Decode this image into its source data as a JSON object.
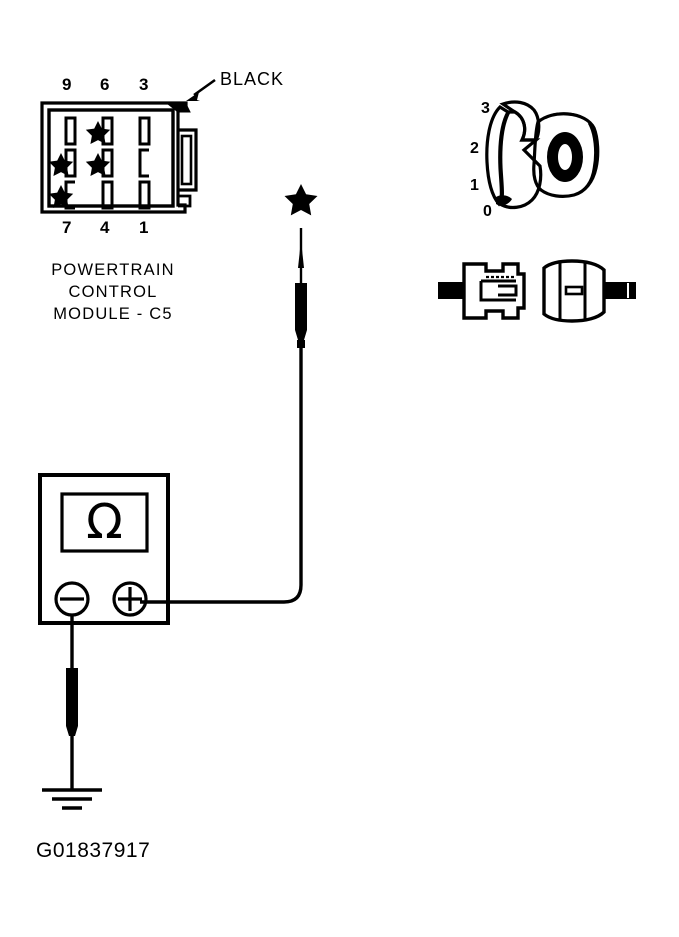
{
  "figure": {
    "id_label": "G01837917",
    "type": "automotive-wiring-continuity-test-diagram"
  },
  "pcm_connector": {
    "label_lines": [
      "POWERTRAIN",
      "CONTROL",
      "MODULE - C5"
    ],
    "wire_color_callout": "BLACK",
    "top_pin_numbers": [
      "9",
      "6",
      "3"
    ],
    "bottom_pin_numbers": [
      "7",
      "4",
      "1"
    ],
    "cavity_grid": {
      "rows": 3,
      "cols": 3,
      "starred_cavities": [
        "r1c2",
        "r2c1",
        "r2c2",
        "r3c1"
      ]
    }
  },
  "inline_connector": {
    "cavity_numbers": [
      "3",
      "2",
      "1",
      "0"
    ],
    "view": "exploded-two-piece"
  },
  "meter": {
    "display_symbol": "Ω",
    "negative_terminal_symbol": "−",
    "positive_terminal_symbol": "+",
    "name": "ohmmeter"
  },
  "probes": {
    "test_probe_marker": "★",
    "ground_symbol": "earth-ground"
  },
  "colors": {
    "ink": "#000000",
    "paper": "#ffffff"
  }
}
